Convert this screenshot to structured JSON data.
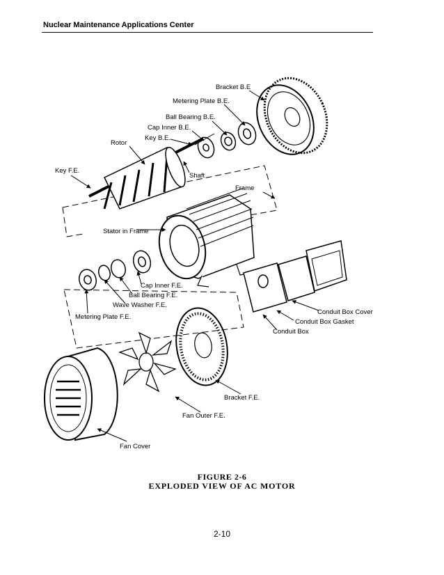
{
  "header": {
    "title": "Nuclear Maintenance Applications Center"
  },
  "figure": {
    "labels": {
      "bracket_be": "Bracket B.E",
      "metering_plate_be": "Metering Plate B.E.",
      "ball_bearing_be": "Ball Bearing B.E.",
      "cap_inner_be": "Cap Inner B.E.",
      "key_be": "Key B.E.",
      "rotor": "Rotor",
      "key_fe": "Key F.E.",
      "shaft": "Shaft",
      "frame": "Frame",
      "stator_in_frame": "Stator in Frame",
      "cap_inner_fe": "Cap Inner F.E.",
      "ball_bearing_fe": "Ball Bearing F.E.",
      "wave_washer_fe": "Wave Washer F.E.",
      "metering_plate_fe": "Metering Plate F.E.",
      "conduit_box_cover": "Conduit Box Cover",
      "conduit_box_gasket": "Conduit Box Gasket",
      "conduit_box": "Conduit Box",
      "bracket_fe": "Bracket F.E.",
      "fan_outer_fe": "Fan Outer F.E.",
      "fan_cover": "Fan Cover"
    }
  },
  "caption": {
    "number": "FIGURE 2-6",
    "title": "EXPLODED VIEW OF AC MOTOR"
  },
  "footer": {
    "page": "2-10"
  }
}
